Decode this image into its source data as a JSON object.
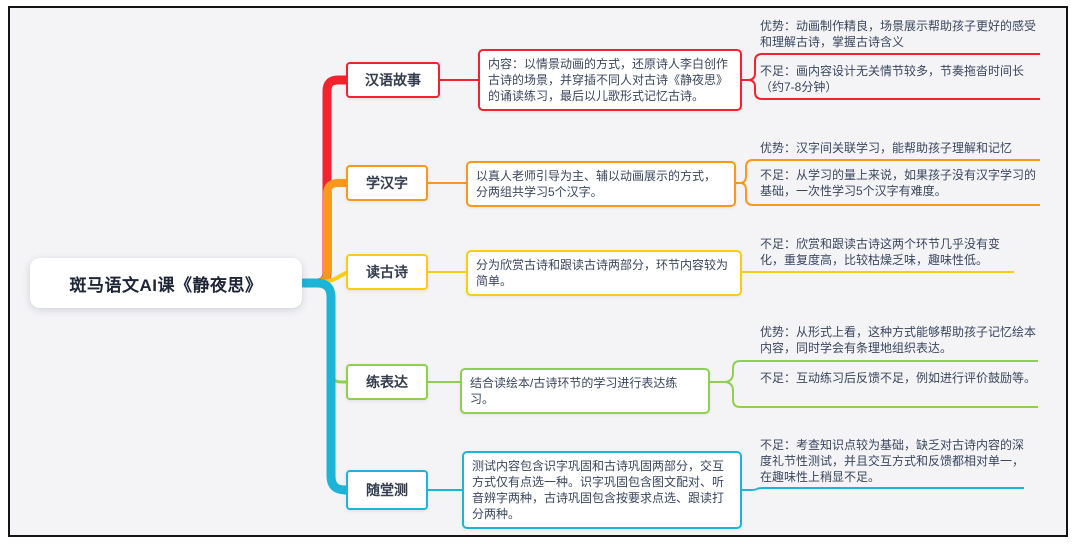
{
  "diagram": {
    "title": "斑马语文AI课《静夜思》",
    "background_color": "#f4f4f7",
    "text_color": "#39465e",
    "branches": [
      {
        "topic": "汉语故事",
        "color": "#F0232E",
        "content": "内容：以情景动画的方式，还原诗人李白创作古诗的场景，并穿插不同人对古诗《静夜思》的诵读练习，最后以儿歌形式记忆古诗。",
        "advantage": "优势：动画制作精良，场景展示帮助孩子更好的感受和理解古诗，掌握古诗含义",
        "disadvantage": "不足：画内容设计无关情节较多，节奏拖沓时间长（约7-8分钟）"
      },
      {
        "topic": "学汉字",
        "color": "#F8981D",
        "content": "以真人老师引导为主、辅以动画展示的方式，分两组共学习5个汉字。",
        "advantage": "优势：汉字间关联学习，能帮助孩子理解和记忆",
        "disadvantage": "不足：从学习的量上来说，如果孩子没有汉字学习的基础，一次性学习5个汉字有难度。"
      },
      {
        "topic": "读古诗",
        "color": "#FACD15",
        "content": "分为欣赏古诗和跟读古诗两部分，环节内容较为简单。",
        "disadvantage": "不足：欣赏和跟读古诗这两个环节几乎没有变化，重复度高，比较枯燥乏味，趣味性低。"
      },
      {
        "topic": "练表达",
        "color": "#8FD14F",
        "content": "结合读绘本/古诗环节的学习进行表达练习。",
        "advantage": "优势：从形式上看，这种方式能够帮助孩子记忆绘本内容，同时学会有条理地组织表达。",
        "disadvantage": "不足：互动练习后反馈不足，例如进行评价鼓励等。"
      },
      {
        "topic": "随堂测",
        "color": "#1CB5D8",
        "content": "测试内容包含识字巩固和古诗巩固两部分，交互方式仅有点选一种。识字巩固包含图文配对、听音辨字两种，古诗巩固包含按要求点选、跟读打分两种。",
        "disadvantage": "不足：考查知识点较为基础，缺乏对古诗内容的深度礼节性测试，并且交互方式和反馈都相对单一，在趣味性上稍显不足。"
      }
    ]
  }
}
